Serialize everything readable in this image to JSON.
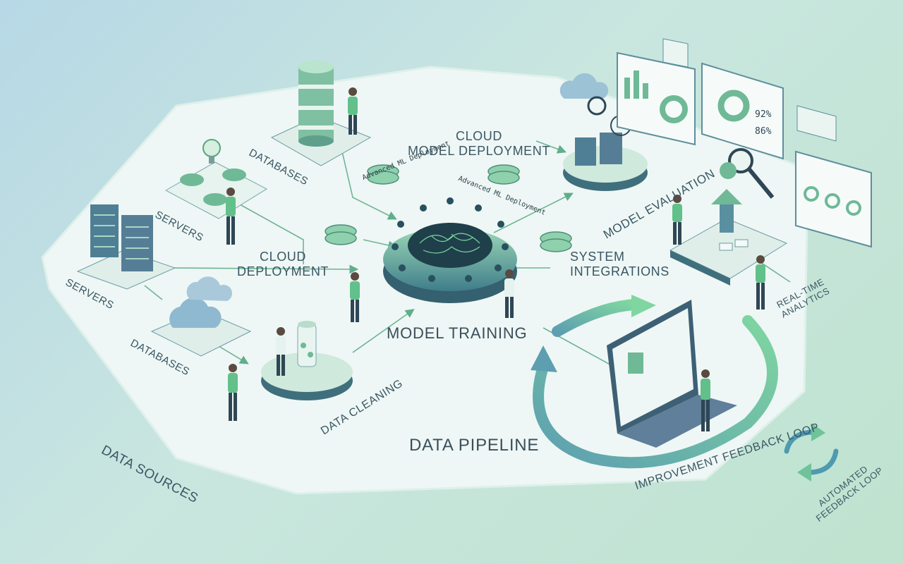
{
  "labels": {
    "data_sources": "DATA SOURCES",
    "databases_top": "DATABASES",
    "servers_top": "SERVERS",
    "servers_left": "SERVERS",
    "databases_bottom": "DATABASES",
    "cloud_deployment": "CLOUD\nDEPLOYMENT",
    "cloud_model_deployment": "CLOUD\nMODEL DEPLOYMENT",
    "advanced_ml_1": "Advanced ML Deployment",
    "advanced_ml_2": "Advanced ML Deployment",
    "model_training": "MODEL TRAINING",
    "system_integrations": "SYSTEM\nINTEGRATIONS",
    "model_evaluation": "MODEL EVALUATION",
    "real_time_analytics": "REAL-TIME\nANALYTICS",
    "data_cleaning": "DATA CLEANING",
    "data_pipeline": "DATA PIPELINE",
    "improvement_feedback_loop": "IMPROVEMENT FEEDBACK LOOP",
    "automated_feedback_loop": "AUTOMATED\nFEEDBACK LOOP"
  },
  "dashboard": {
    "metric_1": "92%",
    "metric_2": "86%"
  },
  "colors": {
    "teal_dark": "#3f6f7d",
    "green_accent": "#5fbf88",
    "platform_base": "#eaf5f2"
  }
}
